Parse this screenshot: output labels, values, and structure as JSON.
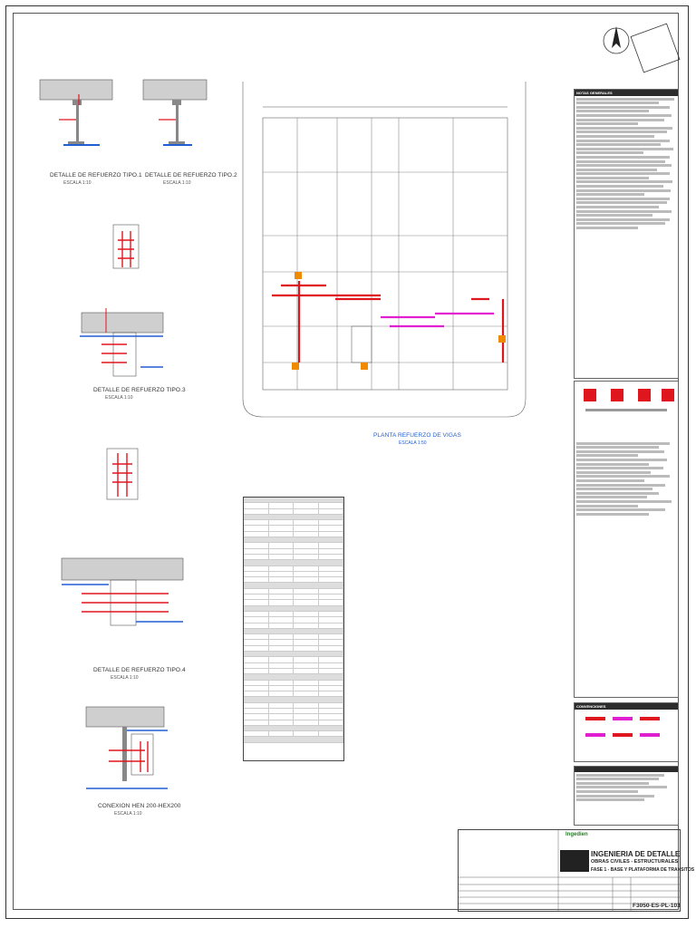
{
  "details": {
    "d1_title": "DETALLE DE REFUERZO TIPO.1",
    "d1_scale": "ESCALA 1:10",
    "d2_title": "DETALLE DE REFUERZO TIPO.2",
    "d2_scale": "ESCALA 1:10",
    "d3_title": "DETALLE DE REFUERZO TIPO.3",
    "d3_scale": "ESCALA 1:10",
    "d4_title": "DETALLE DE REFUERZO TIPO.4",
    "d4_scale": "ESCALA 1:10",
    "d5_title": "CONEXION HEN 200-HEX200",
    "d5_scale": "ESCALA 1:10"
  },
  "plan": {
    "title": "PLANTA REFUERZO DE VIGAS",
    "scale": "ESCALA 1:50"
  },
  "side": {
    "notes_head": "NOTAS GENERALES",
    "legend_head": "CONVENCIONES"
  },
  "titleblock": {
    "company": "Ingedien",
    "line1": "INGENIERIA DE DETALLE",
    "line2": "OBRAS CIVILES - ESTRUCTURALES",
    "line3": "FASE 1 - BASE Y PLATAFORMA DE TRANSITOS",
    "code": "F3050-ES-PL-103"
  },
  "colors": {
    "red": "#e0161e",
    "blue": "#1f5fd6",
    "magenta": "#e020d0",
    "orange": "#f08a00",
    "steel": "#6a6a6a"
  }
}
